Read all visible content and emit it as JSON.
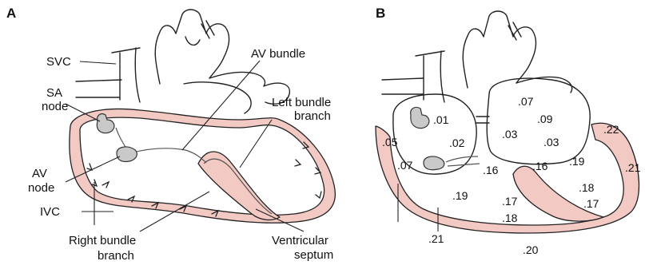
{
  "panels": [
    {
      "letter": "A",
      "labels": {
        "svc": "SVC",
        "sa_node_line1": "SA",
        "sa_node_line2": "node",
        "av_node_line1": "AV",
        "av_node_line2": "node",
        "ivc": "IVC",
        "av_bundle": "AV bundle",
        "left_bundle_line1": "Left bundle",
        "left_bundle_line2": "branch",
        "right_bundle_line1": "Right bundle",
        "right_bundle_line2": "branch",
        "septum_line1": "Ventricular",
        "septum_line2": "septum"
      }
    },
    {
      "letter": "B",
      "conduction_times": [
        ".01",
        ".05",
        ".02",
        ".07",
        ".07",
        ".09",
        ".03",
        ".03",
        ".22",
        ".21",
        ".16",
        ".16",
        ".19",
        ".19",
        ".18",
        ".17",
        ".17",
        ".18",
        ".21",
        ".20"
      ]
    }
  ],
  "colors": {
    "myocardium": "#f2c9c3",
    "node": "#c9c9c9",
    "outline": "#222222"
  }
}
